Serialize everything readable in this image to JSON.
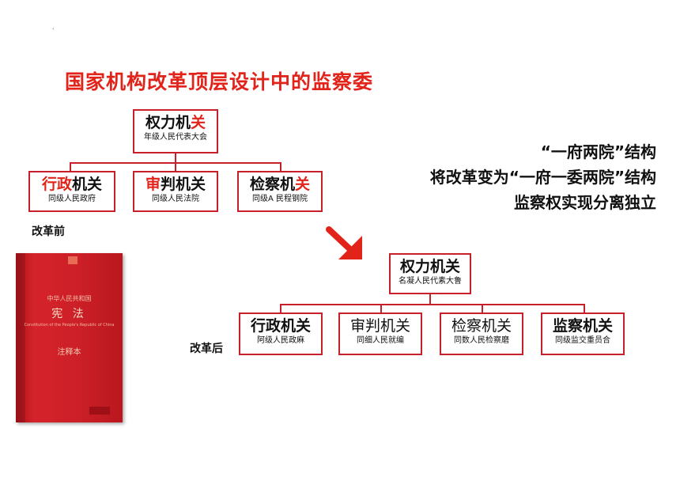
{
  "page": {
    "dot": ".",
    "title": "国家机构改革顶层设计中的监察委"
  },
  "before": {
    "label": "改革前",
    "top": {
      "main": "权力机关",
      "sub": "年级人民代表大会"
    },
    "children": [
      {
        "main": "行政机关",
        "sub": "同级人民政府"
      },
      {
        "main": "审判机关",
        "sub": "同级人民法院"
      },
      {
        "main": "检察机关",
        "sub": "同级A 民程钢院"
      }
    ]
  },
  "notes": [
    "“一府两院”结构",
    "将改革变为“一府一委两院”结构",
    "监察权实现分离独立"
  ],
  "after": {
    "label": "改革后",
    "top": {
      "main": "权力机关",
      "sub": "名凝人民代素大鲁"
    },
    "children": [
      {
        "main": "行政机关",
        "sub": "阿级人民政麻"
      },
      {
        "main": "审判机关",
        "sub": "同细人民就编"
      },
      {
        "main": "检察机关",
        "sub": "同数人民检察磨"
      },
      {
        "main": "监察机关",
        "sub": "同级监交重员合"
      }
    ]
  },
  "book": {
    "subtitle": "中华人民共和国",
    "title": "宪 法",
    "edition": "注释本"
  },
  "colors": {
    "accent": "#e2231a",
    "border": "#c8202a"
  }
}
